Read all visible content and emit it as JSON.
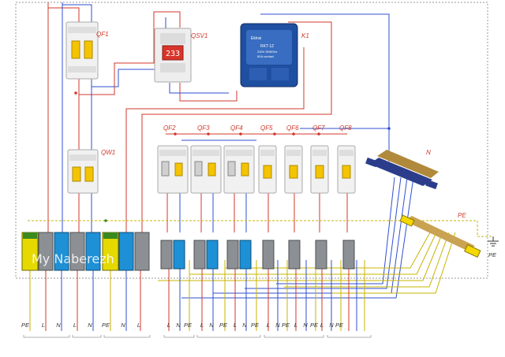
{
  "labels": {
    "qf1": "QF1",
    "qsv1": "QSV1",
    "k1": "K1",
    "qw1": "QW1",
    "qf2": "QF2",
    "qf3": "QF3",
    "qf4": "QF4",
    "qf5": "QF5",
    "qf6": "QF6",
    "qf7": "QF7",
    "qf8": "QF8",
    "n_bus": "N",
    "pe_bus": "PE",
    "pe_ground": "PE"
  },
  "relay_text": {
    "brand": "Ekinsi",
    "model": "RKT-1Z",
    "line2": "230V 50/60Hz",
    "line3": "60A contact"
  },
  "voltmeter_display": "233",
  "watermark": "My Naberezh",
  "terminal_labels": [
    "PE",
    "L",
    "N",
    "L",
    "N",
    "PE",
    "N",
    "L",
    "L",
    "N",
    "PE",
    "L",
    "N",
    "PE",
    "L",
    "N",
    "PE",
    "L",
    "N",
    "PE",
    "L",
    "N",
    "PE",
    "L",
    "N",
    "PE"
  ],
  "colors": {
    "phase": "#d0382b",
    "neutral": "#2f4fd0",
    "earth": "#c8b400",
    "breaker_handle": "#f4c400",
    "relay": "#1f4fa0",
    "voltmeter": "#d8352a",
    "terminal_gray": "#8c8f93",
    "terminal_blue": "#1e90d6",
    "terminal_yellow": "#e6d900"
  }
}
